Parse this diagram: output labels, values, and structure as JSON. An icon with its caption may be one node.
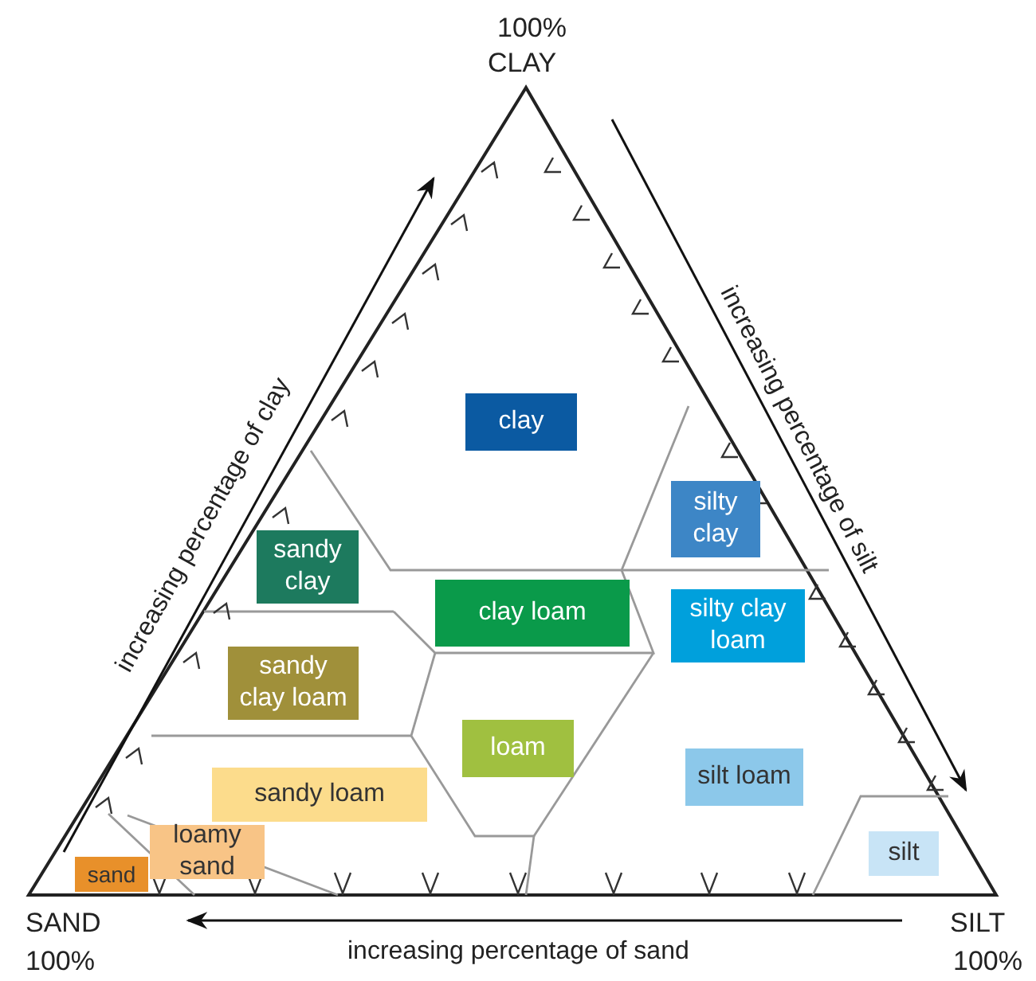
{
  "diagram": {
    "nodes": [
      {
        "text": [
          "clay"
        ]
      },
      {
        "text": [
          "silty clay"
        ]
      },
      {
        "text": [
          "sandy clay"
        ]
      },
      {
        "text": [
          "clay loam"
        ]
      },
      {
        "text": [
          "silty clay loam"
        ]
      },
      {
        "text": [
          "sandy clay loam"
        ]
      },
      {
        "text": [
          "loam"
        ]
      },
      {
        "text": [
          "sandy loam"
        ]
      },
      {
        "text": [
          "silt loam"
        ]
      },
      {
        "text": [
          "loamy sand"
        ]
      },
      {
        "text": [
          "sand"
        ]
      },
      {
        "text": [
          "silt"
        ]
      }
    ],
    "labels": [
      "100%",
      "CLAY",
      "increasing percentage of clay",
      "increasing percentage of silt",
      "SAND",
      "100%",
      "increasing percentage of sand",
      "SILT",
      "100%"
    ]
  }
}
